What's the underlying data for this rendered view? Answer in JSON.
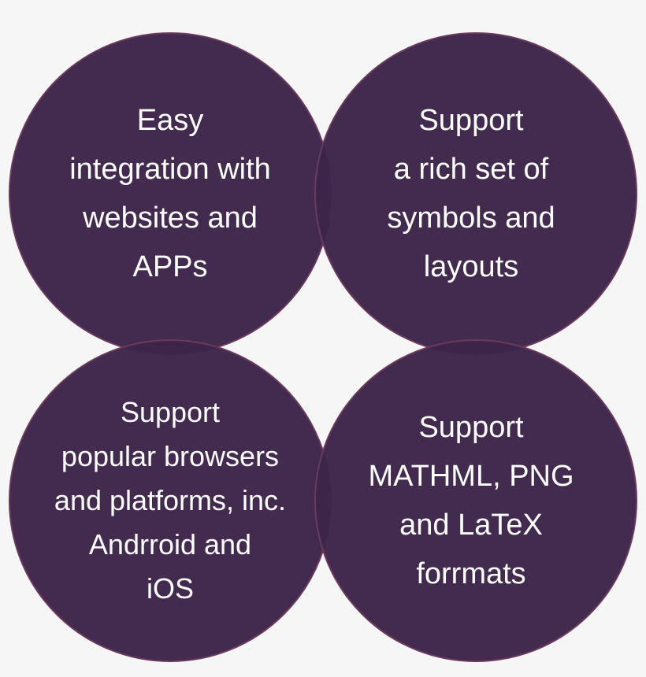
{
  "colors": {
    "circle_fill": "#3d2449",
    "circle_stroke": "#6a3a5c",
    "background": "#f6f6f6",
    "text": "#ffffff"
  },
  "circles": [
    {
      "text": "Easy\nintegration with\nwebsites and\nAPPs"
    },
    {
      "text": "Support\na rich set of\nsymbols and\nlayouts"
    },
    {
      "text": "Support\npopular browsers\nand platforms, inc.\nAndrroid and\niOS"
    },
    {
      "text": "Support\nMATHML, PNG\nand LaTeX\nforrmats"
    }
  ]
}
